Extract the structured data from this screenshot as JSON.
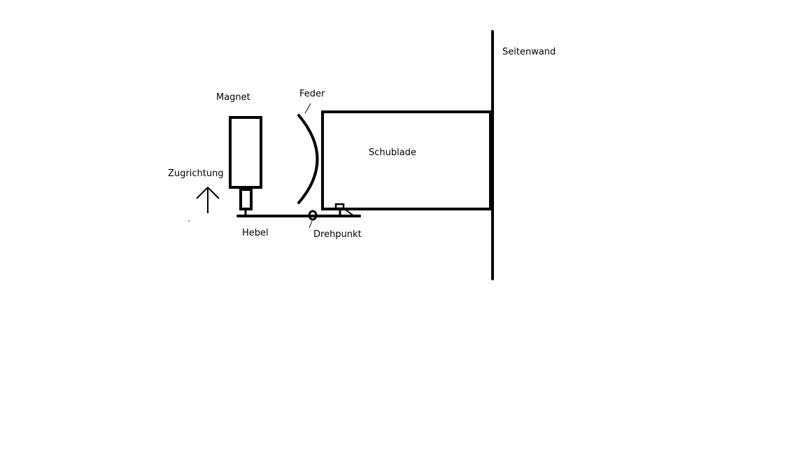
{
  "labels": {
    "seitenwand": "Seitenwand",
    "magnet": "Magnet",
    "feder": "Feder",
    "schublade": "Schublade",
    "zugrichtung": "Zugrichtung",
    "hebel": "Hebel",
    "drehpunkt": "Drehpunkt"
  },
  "colors": {
    "ink": "#000000",
    "background": "#ffffff"
  }
}
